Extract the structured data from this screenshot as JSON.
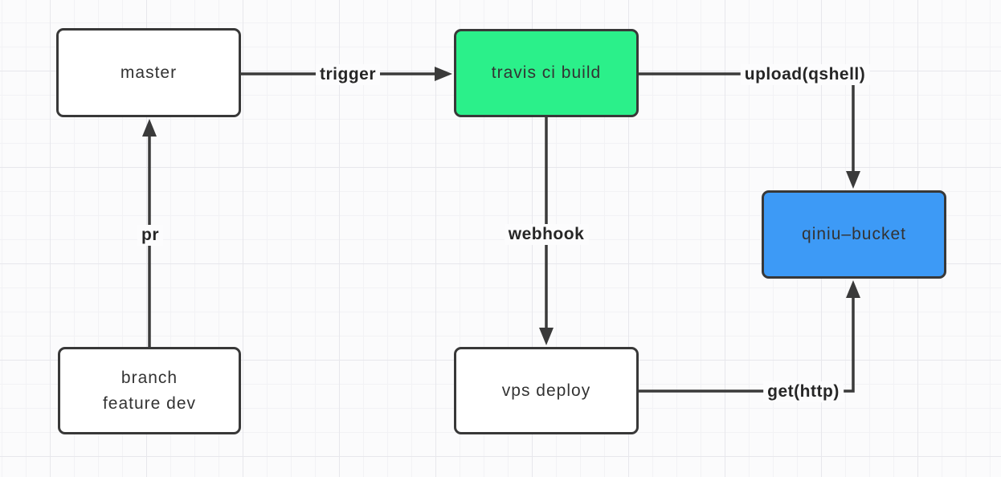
{
  "diagram": {
    "nodes": {
      "master": {
        "label": "master",
        "fill": "#ffffff",
        "text_color": "#333333"
      },
      "travis_ci_build": {
        "label": "travis ci build",
        "fill": "#2bf08a",
        "text_color": "#333333"
      },
      "qiniu_bucket": {
        "label": "qiniu–bucket",
        "fill": "#3d9af6",
        "text_color": "#2e2e2e"
      },
      "branch_feature_dev": {
        "label_line1": "branch",
        "label_line2": "feature dev",
        "fill": "#ffffff",
        "text_color": "#333333"
      },
      "vps_deploy": {
        "label": "vps deploy",
        "fill": "#ffffff",
        "text_color": "#333333"
      }
    },
    "edges": {
      "pr": {
        "label": "pr",
        "from": "branch_feature_dev",
        "to": "master",
        "direction": "up"
      },
      "trigger": {
        "label": "trigger",
        "from": "master",
        "to": "travis_ci_build",
        "direction": "right"
      },
      "webhook": {
        "label": "webhook",
        "from": "travis_ci_build",
        "to": "vps_deploy",
        "direction": "down"
      },
      "upload_qshell": {
        "label": "upload(qshell)",
        "from": "travis_ci_build",
        "to": "qiniu_bucket",
        "direction": "right-then-down"
      },
      "get_http": {
        "label": "get(http)",
        "from": "vps_deploy",
        "to": "qiniu_bucket",
        "direction": "right-then-up"
      }
    },
    "style": {
      "stroke_color": "#3a3a3a",
      "node_border_color": "#383838",
      "canvas_bg": "#fbfbfc",
      "grid_minor_color": "#f2f2f5",
      "grid_major_color": "#e7e7ec"
    }
  }
}
